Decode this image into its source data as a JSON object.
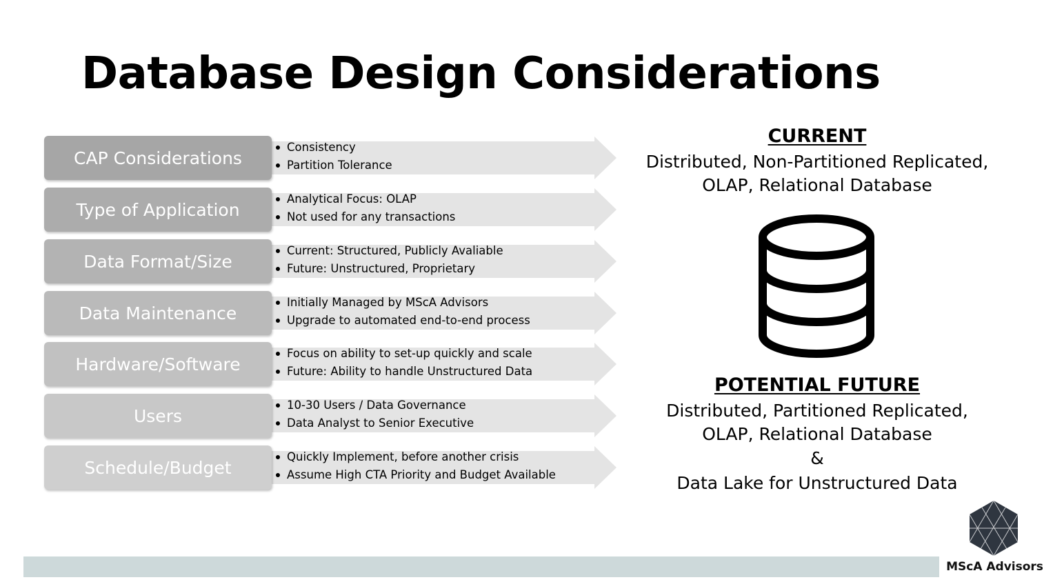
{
  "title": "Database Design Considerations",
  "rows": [
    {
      "label": "CAP Considerations",
      "color": "#a6a6a6",
      "bullets": [
        "Consistency",
        "Partition Tolerance"
      ]
    },
    {
      "label": "Type of Application",
      "color": "#acacac",
      "bullets": [
        "Analytical Focus: OLAP",
        "Not used for any transactions"
      ]
    },
    {
      "label": "Data Format/Size",
      "color": "#b3b3b3",
      "bullets": [
        "Current: Structured, Publicly Avaliable",
        "Future: Unstructured, Proprietary"
      ]
    },
    {
      "label": "Data Maintenance",
      "color": "#bababa",
      "bullets": [
        "Initially Managed by MScA Advisors",
        "Upgrade to automated end-to-end process"
      ]
    },
    {
      "label": "Hardware/Software",
      "color": "#c1c1c1",
      "bullets": [
        "Focus on ability to set-up quickly and scale",
        "Future: Ability to handle Unstructured Data"
      ]
    },
    {
      "label": "Users",
      "color": "#c8c8c8",
      "bullets": [
        "10-30 Users / Data Governance",
        "Data Analyst to Senior Executive"
      ]
    },
    {
      "label": "Schedule/Budget",
      "color": "#cfcfcf",
      "bullets": [
        "Quickly Implement, before another crisis",
        "Assume High CTA Priority and Budget Available"
      ]
    }
  ],
  "current": {
    "heading": "CURRENT",
    "lines": [
      "Distributed, Non-Partitioned Replicated,",
      "OLAP, Relational Database"
    ]
  },
  "future": {
    "heading": "POTENTIAL FUTURE",
    "lines": [
      "Distributed, Partitioned Replicated,",
      "OLAP, Relational Database",
      "&",
      "Data Lake for Unstructured Data"
    ]
  },
  "icons": {
    "database": "database-icon",
    "logo": "mscа-logo-icon"
  },
  "logo_text": "MScA Advisors",
  "colors": {
    "arrow": "#e4e4e4",
    "footer_bar": "#cdd9da",
    "logo": "#2f3640"
  }
}
